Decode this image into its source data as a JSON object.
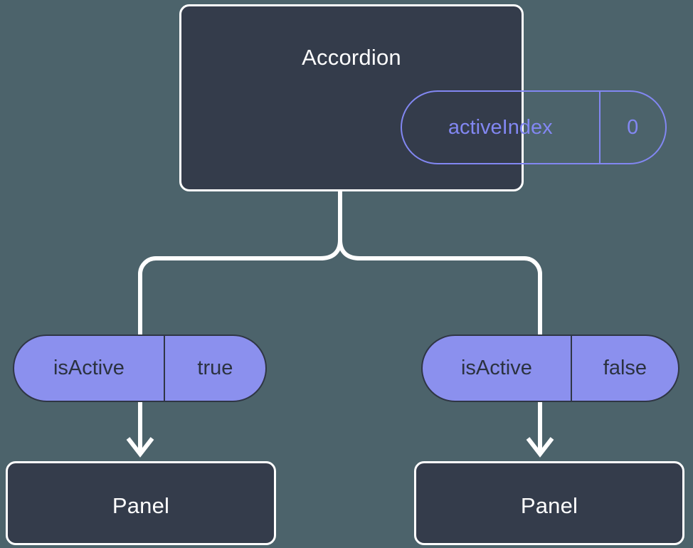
{
  "diagram": {
    "type": "component-tree",
    "background_color": "#4c636b",
    "node_fill_color": "#343c4b",
    "node_border_color": "#ffffff",
    "pill_accent_color": "#8287f2",
    "pill_fill_color": "#8b90ee",
    "pill_dark_text_color": "#2b3240",
    "connector_color": "#ffffff"
  },
  "root": {
    "title": "Accordion",
    "prop": {
      "key": "activeIndex",
      "value": "0"
    }
  },
  "branches": [
    {
      "side": "left",
      "prop": {
        "key": "isActive",
        "value": "true"
      },
      "child": {
        "title": "Panel"
      }
    },
    {
      "side": "right",
      "prop": {
        "key": "isActive",
        "value": "false"
      },
      "child": {
        "title": "Panel"
      }
    }
  ]
}
